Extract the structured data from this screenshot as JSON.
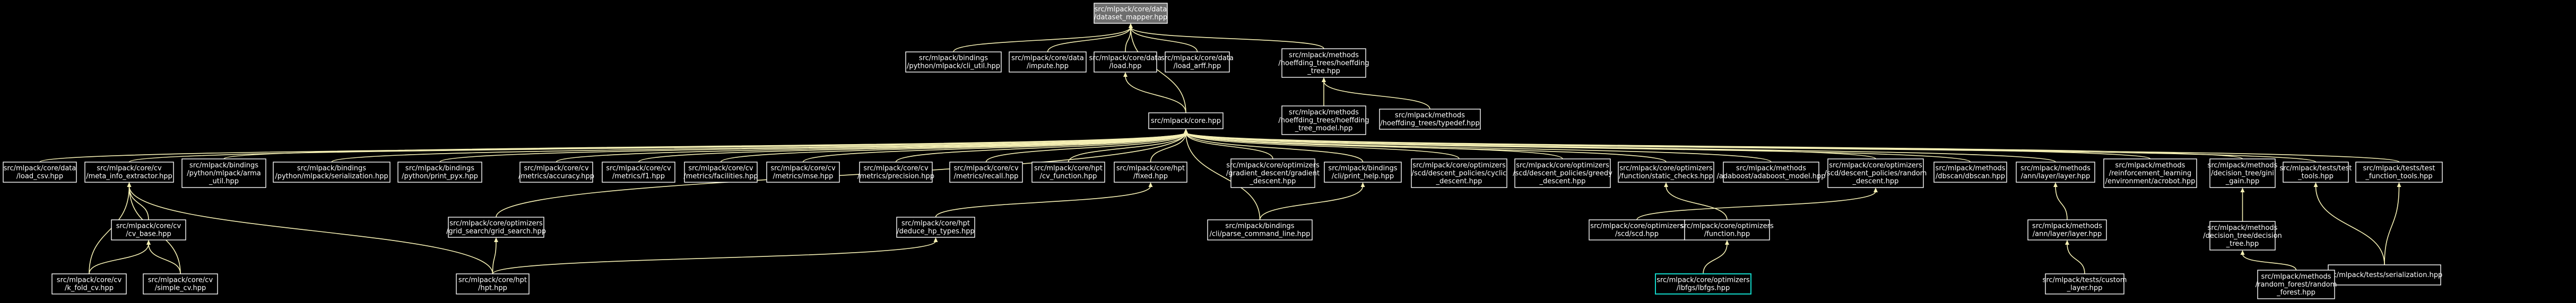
{
  "colors": {
    "background": "#000000",
    "edge": "#f5f0b4",
    "node_border": "#ffffff",
    "root_fill": "#6e6e6e",
    "highlight_border": "#12d6c8"
  },
  "nodes": {
    "dataset_mapper": [
      "src/mlpack/core/data",
      "/dataset_mapper.hpp"
    ],
    "cli_util": [
      "src/mlpack/bindings",
      "/python/mlpack/cli_util.hpp"
    ],
    "impute": [
      "src/mlpack/core/data",
      "/impute.hpp"
    ],
    "load": [
      "src/mlpack/core/data",
      "/load.hpp"
    ],
    "load_arff": [
      "src/mlpack/core/data",
      "/load_arff.hpp"
    ],
    "hoeffding_tree": [
      "src/mlpack/methods",
      "/hoeffding_trees/hoeffding",
      "_tree.hpp"
    ],
    "hoeffding_tree_model": [
      "src/mlpack/methods",
      "/hoeffding_trees/hoeffding",
      "_tree_model.hpp"
    ],
    "typedef": [
      "src/mlpack/methods",
      "/hoeffding_trees/typedef.hpp"
    ],
    "core": [
      "src/mlpack/core.hpp"
    ],
    "load_csv": [
      "src/mlpack/core/data",
      "/load_csv.hpp"
    ],
    "meta_info_extractor": [
      "src/mlpack/core/cv",
      "/meta_info_extractor.hpp"
    ],
    "arma_util": [
      "src/mlpack/bindings",
      "/python/mlpack/arma",
      "_util.hpp"
    ],
    "serialization": [
      "src/mlpack/bindings",
      "/python/mlpack/serialization.hpp"
    ],
    "print_pyx": [
      "src/mlpack/bindings",
      "/python/print_pyx.hpp"
    ],
    "accuracy": [
      "src/mlpack/core/cv",
      "/metrics/accuracy.hpp"
    ],
    "f1": [
      "src/mlpack/core/cv",
      "/metrics/f1.hpp"
    ],
    "facilities": [
      "src/mlpack/core/cv",
      "/metrics/facilities.hpp"
    ],
    "mse": [
      "src/mlpack/core/cv",
      "/metrics/mse.hpp"
    ],
    "precision": [
      "src/mlpack/core/cv",
      "/metrics/precision.hpp"
    ],
    "recall": [
      "src/mlpack/core/cv",
      "/metrics/recall.hpp"
    ],
    "cv_function": [
      "src/mlpack/core/hpt",
      "/cv_function.hpp"
    ],
    "fixed": [
      "src/mlpack/core/hpt",
      "/fixed.hpp"
    ],
    "gradient_descent": [
      "src/mlpack/core/optimizers",
      "/gradient_descent/gradient",
      "_descent.hpp"
    ],
    "print_help": [
      "src/mlpack/bindings",
      "/cli/print_help.hpp"
    ],
    "cyclic_descent": [
      "src/mlpack/core/optimizers",
      "/scd/descent_policies/cyclic",
      "_descent.hpp"
    ],
    "greedy_descent": [
      "src/mlpack/core/optimizers",
      "/scd/descent_policies/greedy",
      "_descent.hpp"
    ],
    "static_checks": [
      "src/mlpack/core/optimizers",
      "/function/static_checks.hpp"
    ],
    "adaboost_model": [
      "src/mlpack/methods",
      "/adaboost/adaboost_model.hpp"
    ],
    "random_descent": [
      "src/mlpack/core/optimizers",
      "/scd/descent_policies/random",
      "_descent.hpp"
    ],
    "dbscan": [
      "src/mlpack/methods",
      "/dbscan/dbscan.hpp"
    ],
    "ann_layer": [
      "src/mlpack/methods",
      "/ann/layer/layer.hpp"
    ],
    "acrobot": [
      "src/mlpack/methods",
      "/reinforcement_learning",
      "/environment/acrobot.hpp"
    ],
    "decision_tree_gain": [
      "src/mlpack/methods",
      "/decision_tree/gini",
      "_gain.hpp"
    ],
    "test_tools": [
      "src/mlpack/tests/test",
      "_tools.hpp"
    ],
    "test_function_tools": [
      "src/mlpack/tests/test",
      "_function_tools.hpp"
    ],
    "k_fold_cv": [
      "src/mlpack/core/cv",
      "/k_fold_cv.hpp"
    ],
    "cv_base": [
      "src/mlpack/core/cv",
      "/cv_base.hpp"
    ],
    "simple_cv": [
      "src/mlpack/core/cv",
      "/simple_cv.hpp"
    ],
    "grid_search": [
      "src/mlpack/core/optimizers",
      "/grid_search/grid_search.hpp"
    ],
    "deduce_hp_types": [
      "src/mlpack/core/hpt",
      "/deduce_hp_types.hpp"
    ],
    "parse_command_line": [
      "src/mlpack/bindings",
      "/cli/parse_command_line.hpp"
    ],
    "scd": [
      "src/mlpack/core/optimizers",
      "/scd/scd.hpp"
    ],
    "function": [
      "src/mlpack/core/optimizers",
      "/function.hpp"
    ],
    "layer_hpp": [
      "src/mlpack/methods",
      "/ann/layer/layer.hpp"
    ],
    "decision_tree_hpp": [
      "src/mlpack/methods",
      "/decision_tree/decision",
      "_tree.hpp"
    ],
    "tests_serialization": [
      "src/mlpack/tests/serialization.hpp"
    ],
    "hpt": [
      "src/mlpack/core/hpt",
      "/hpt.hpp"
    ],
    "bfgs": [
      "src/mlpack/core/optimizers",
      "/lbfgs/lbfgs.hpp"
    ],
    "custom_layer": [
      "src/mlpack/tests/custom",
      "_layer.hpp"
    ],
    "random_forest": [
      "src/mlpack/methods",
      "/random_forest/random",
      "_forest.hpp"
    ]
  }
}
